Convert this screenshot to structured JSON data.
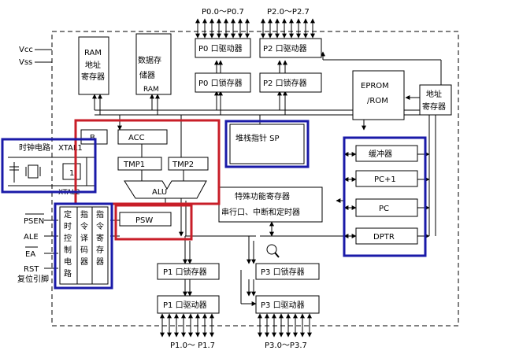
{
  "ports": {
    "p0": "P0.0～P0.7",
    "p2": "P2.0～P2.7",
    "p1": "P1.0～ P1.7",
    "p3": "P3.0～P3.7"
  },
  "supply": {
    "vcc": "Vcc",
    "vss": "Vss"
  },
  "blocks": {
    "ram_addr": [
      "RAM",
      "地址",
      "寄存器"
    ],
    "data_mem": [
      "数据存",
      "储器",
      "RAM"
    ],
    "p0_drv": "P0 口驱动器",
    "p2_drv": "P2 口驱动器",
    "p0_latch": "P0 口锁存器",
    "p2_latch": "P2 口锁存器",
    "eprom": [
      "EPROM",
      "/ROM"
    ],
    "addr_reg": [
      "地址",
      "寄存器"
    ],
    "b": "B",
    "acc": "ACC",
    "tmp1": "TMP1",
    "tmp2": "TMP2",
    "alu": "ALU",
    "psw": "PSW",
    "sp": "堆栈指针 SP",
    "sfr": [
      "特殊功能寄存器",
      "串行口、中断和定时器"
    ],
    "buffer": "缓冲器",
    "pc1": "PC+1",
    "pc": "PC",
    "dptr": "DPTR",
    "p1_latch": "P1 口锁存器",
    "p3_latch": "P3 口锁存器",
    "p1_drv": "P1 口驱动器",
    "p3_drv": "P3 口驱动器",
    "timing": [
      "定",
      "时",
      "控",
      "制",
      "电",
      "路"
    ],
    "decoder": [
      "指",
      "令",
      "译",
      "码",
      "器"
    ],
    "ir": [
      "指",
      "令",
      "寄",
      "存",
      "器"
    ]
  },
  "clock": {
    "label": "时钟电路",
    "xtal1": "XTAL1",
    "xtal2": "XTAL2"
  },
  "control_pins": {
    "psen": "PSEN",
    "ale": "ALE",
    "ea": "EA",
    "rst": "RST",
    "reset_pin": "复位引脚"
  },
  "colors": {
    "highlight_blue": "#1a1aa8",
    "highlight_red": "#c81e28"
  }
}
